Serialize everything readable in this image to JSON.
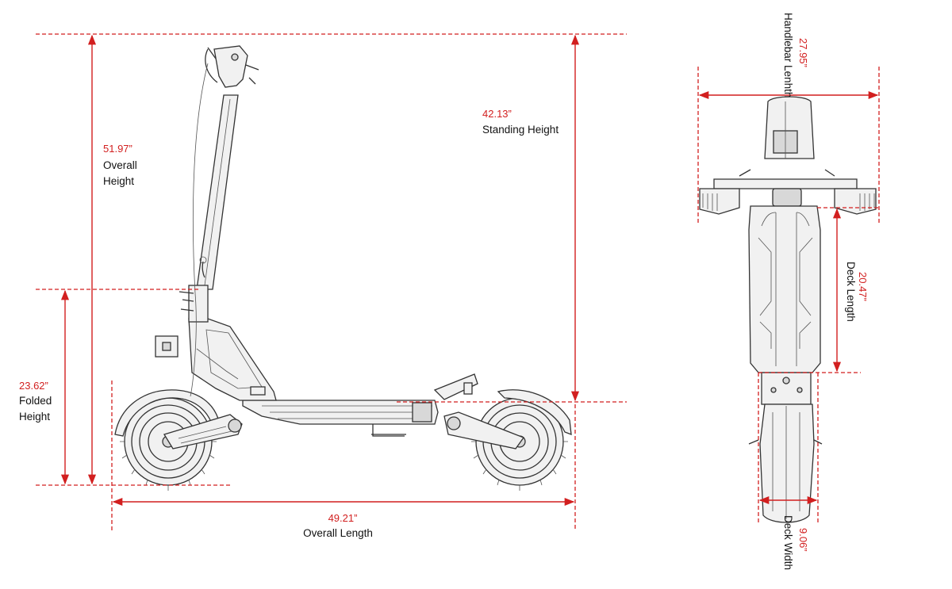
{
  "colors": {
    "dimension": "#d21f1f",
    "drawing": "#333333",
    "text": "#111111"
  },
  "side_view": {
    "overall_height": {
      "value": "51.97”",
      "label_line1": "Overall",
      "label_line2": "Height"
    },
    "standing_height": {
      "value": "42.13”",
      "label": "Standing Height"
    },
    "folded_height": {
      "value": "23.62”",
      "label_line1": "Folded",
      "label_line2": "Height"
    },
    "overall_length": {
      "value": "49.21”",
      "label": "Overall Length"
    }
  },
  "top_view": {
    "handlebar_length": {
      "value": "27.95”",
      "label": "Handlebar Lenhth"
    },
    "deck_length": {
      "value": "20.47”",
      "label": "Deck Length"
    },
    "deck_width": {
      "value": "9.06”",
      "label": "Deck Width"
    }
  }
}
